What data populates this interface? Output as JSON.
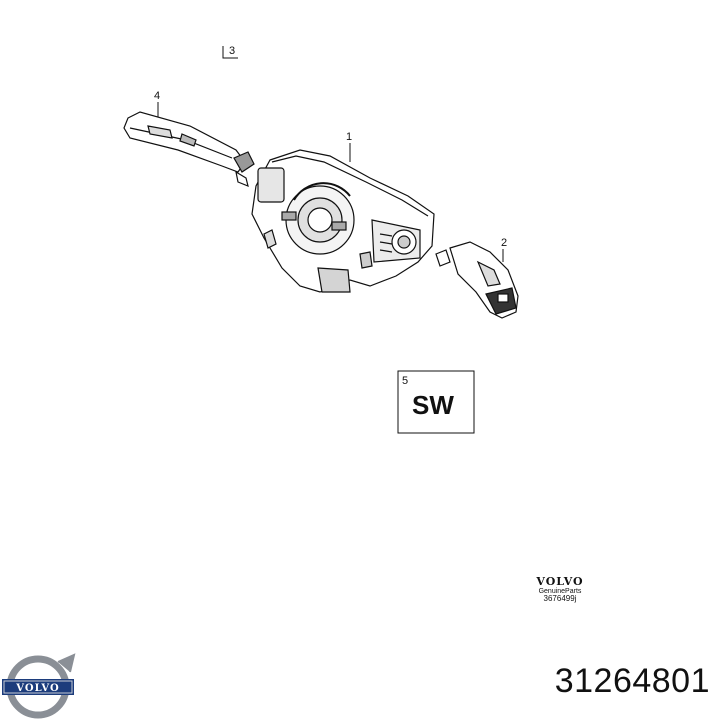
{
  "callouts": [
    "3",
    "4",
    "1",
    "2",
    "5"
  ],
  "box": {
    "number": "5",
    "text": "SW"
  },
  "brand": {
    "wordmark": "VOLVO",
    "genuine": "GenuineParts",
    "code": "3676499j"
  },
  "logo": {
    "text": "VOLVO",
    "name": "volvo-iron-mark"
  },
  "part_number": "31264801"
}
